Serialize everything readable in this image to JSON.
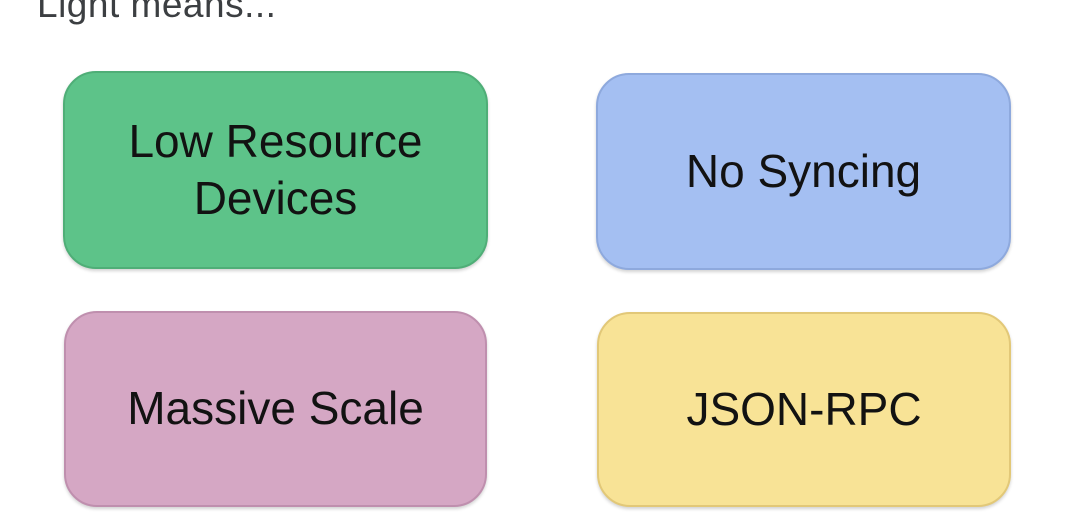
{
  "slide": {
    "background": "#ffffff",
    "title": "Light means...",
    "title_color": "#3c3f42",
    "text_color": "#121212",
    "boxes": [
      {
        "id": "low-resource-devices",
        "label": "Low Resource Devices",
        "fill": "#5dc389",
        "border": "#4fae77"
      },
      {
        "id": "no-syncing",
        "label": "No Syncing",
        "fill": "#a4bff2",
        "border": "#8ea9dd"
      },
      {
        "id": "massive-scale",
        "label": "Massive Scale",
        "fill": "#d5a7c4",
        "border": "#bf8fae"
      },
      {
        "id": "json-rpc",
        "label": "JSON-RPC",
        "fill": "#f8e396",
        "border": "#e2c878"
      }
    ]
  }
}
